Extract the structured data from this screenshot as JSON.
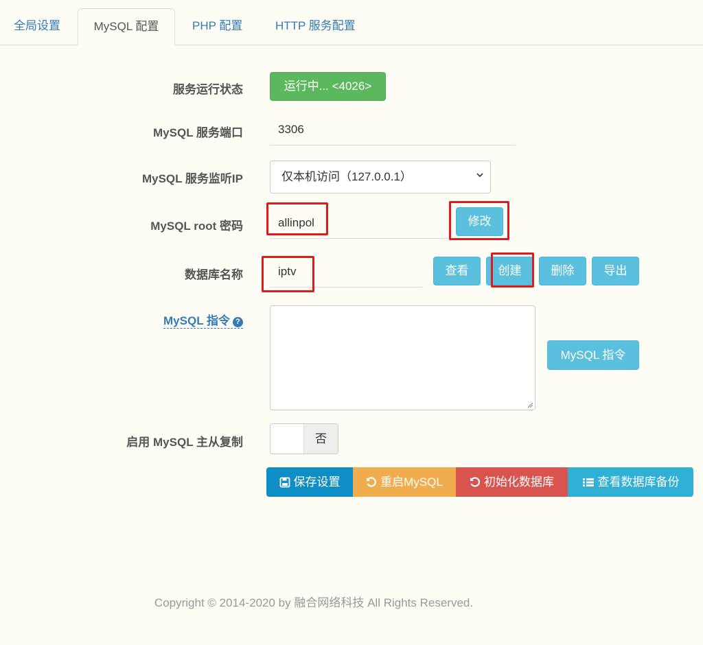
{
  "tabs": [
    {
      "label": "全局设置"
    },
    {
      "label": "MySQL 配置"
    },
    {
      "label": "PHP 配置"
    },
    {
      "label": "HTTP 服务配置"
    }
  ],
  "status": {
    "label": "服务运行状态",
    "value": "运行中... <4026>"
  },
  "port": {
    "label": "MySQL 服务端口",
    "value": "3306"
  },
  "listen_ip": {
    "label": "MySQL 服务监听IP",
    "selected": "仅本机访问（127.0.0.1）"
  },
  "root_password": {
    "label": "MySQL root 密码",
    "value": "allinpol",
    "modify_label": "修改"
  },
  "database": {
    "label": "数据库名称",
    "value": "iptv",
    "view_label": "查看",
    "create_label": "创建",
    "delete_label": "删除",
    "export_label": "导出"
  },
  "command": {
    "label": "MySQL 指令",
    "help_icon": "?",
    "button_label": "MySQL 指令"
  },
  "replication": {
    "label": "启用 MySQL 主从复制",
    "toggle_value": "否"
  },
  "actions": {
    "save": "保存设置",
    "restart": "重启MySQL",
    "init": "初始化数据库",
    "backup": "查看数据库备份"
  },
  "footer": "Copyright © 2014-2020 by 融合网络科技 All Rights Reserved.",
  "colors": {
    "link": "#337ab7",
    "success": "#5cb85c",
    "info": "#5bc0de",
    "warning": "#f0ad4e",
    "danger": "#d9534f",
    "primary": "#0e8ec4",
    "highlight": "#e0191b"
  }
}
